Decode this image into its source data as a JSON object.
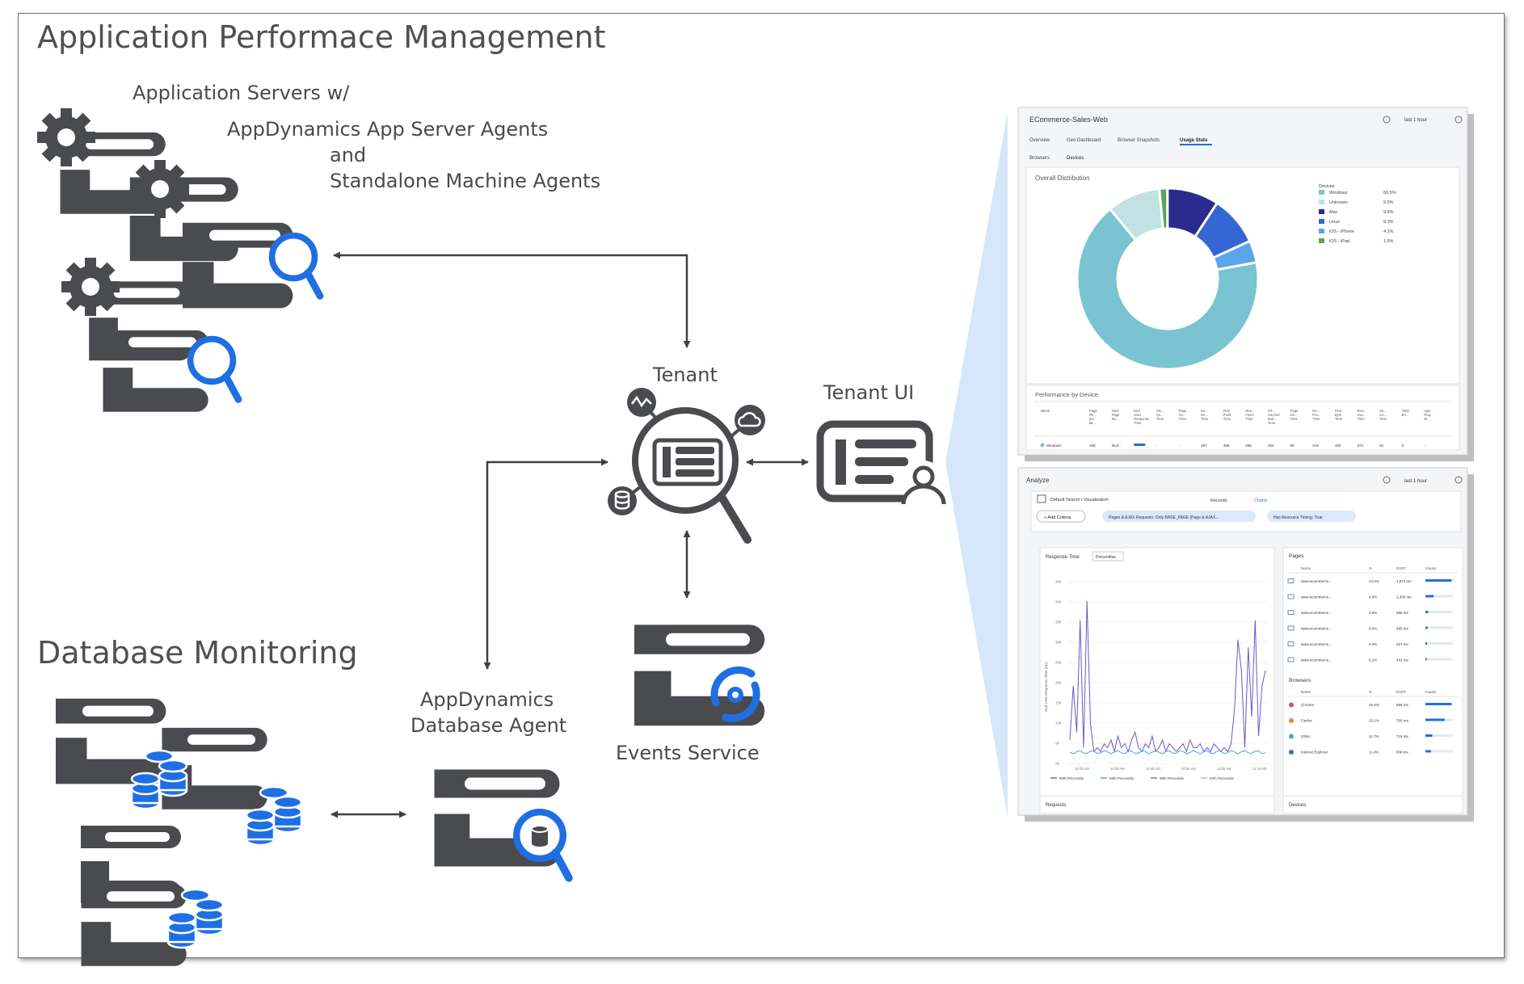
{
  "titles": {
    "apm": "Application Performace Management",
    "db": "Database Monitoring"
  },
  "labels": {
    "app_servers": [
      "Application Servers w/",
      "AppDynamics App Server Agents",
      "and",
      "Standalone Machine Agents"
    ],
    "tenant": "Tenant",
    "tenant_ui": "Tenant UI",
    "events_service": "Events Service",
    "db_agent": [
      "AppDynamics",
      "Database Agent"
    ]
  },
  "colors": {
    "icon_gray": "#4a4b4e",
    "accent_blue": "#1f6fe3",
    "line": "#404040",
    "callout": "#d6e7fb"
  },
  "screen1": {
    "app": "ECommerce-Sales-Web",
    "time": "last 1 hour",
    "tabs": [
      "Overview",
      "Geo Dashboard",
      "Browser Snapshots",
      "Usage Stats"
    ],
    "subtabs": [
      "Browsers",
      "Devices"
    ],
    "panel_title": "Overall Distribution",
    "legend_title": "Devices",
    "legend": [
      {
        "name": "Windows",
        "pct": "69.5%",
        "color": "#79c4d0"
      },
      {
        "name": "Unknown",
        "pct": "9.9%",
        "color": "#c2e1e3"
      },
      {
        "name": "Mac",
        "pct": "9.6%",
        "color": "#2b2a8e"
      },
      {
        "name": "Linux",
        "pct": "9.3%",
        "color": "#3467d4"
      },
      {
        "name": "iOS - iPhone",
        "pct": "4.1%",
        "color": "#5aa4ea"
      },
      {
        "name": "iOS - iPad",
        "pct": "1.5%",
        "color": "#5da35b"
      }
    ],
    "perf_title": "Performance by Device",
    "perf_headers": [
      "Name",
      "Page Re... per Mi...",
      "Total Page Re...",
      "End User Response Time",
      "Vis... Co... Time",
      "Page Co... Time",
      "Do... Re... Time",
      "First Paint Time",
      "Res... Fetch Time",
      "HT... Cached Bull... Time",
      "Page Do... Time",
      "Do... Pro... Time",
      "First Byte Time",
      "Res... Ava... Time",
      "Se... Co... Time",
      "Total En...",
      "Ajax Req... Er..."
    ],
    "perf_row": [
      "Windows",
      "108",
      "35,9...",
      "",
      "-",
      "-",
      "487",
      "488",
      "296",
      "294",
      "80",
      "219",
      "483",
      "374",
      "92",
      "0",
      "-"
    ]
  },
  "screen2": {
    "title": "Analyze",
    "time": "last 1 hour",
    "search": "Default Search / Visualization",
    "toggle": [
      "Records",
      "Charts"
    ],
    "add_criteria": "+ Add Criteria",
    "filters": [
      "Pages & AJAX Requests: Only BASE_PAGE (Page & AJAX...",
      "Has Resource Timing: True"
    ],
    "chart_title": "Response Time",
    "chart_select": "Percentiles",
    "chart_ylabel": "End User Response Time (ms)",
    "pages_title": "Pages",
    "table_headers": [
      "Name",
      "%",
      "EURT",
      "Impact"
    ],
    "pages": [
      {
        "name": "www.ecommerce...",
        "pct": "44.4%",
        "eurt": "1,873 ms",
        "impact": 0.95
      },
      {
        "name": "www.ecommerce...",
        "pct": "4.0%",
        "eurt": "1,305 ms",
        "impact": 0.3
      },
      {
        "name": "www.ecommerce...",
        "pct": "3.5%",
        "eurt": "496 ms",
        "impact": 0.1
      },
      {
        "name": "www.ecommerce...",
        "pct": "8.6%",
        "eurt": "495 ms",
        "impact": 0.08
      },
      {
        "name": "www.ecommerce...",
        "pct": "9.4%",
        "eurt": "457 ms",
        "impact": 0.06
      },
      {
        "name": "www.ecommerce...",
        "pct": "8.2%",
        "eurt": "441 ms",
        "impact": 0.05
      }
    ],
    "browsers_title": "Browsers",
    "browsers": [
      {
        "name": "Chrome",
        "pct": "45.6%",
        "eurt": "996 ms",
        "impact": 0.95
      },
      {
        "name": "Firefox",
        "pct": "20.2%",
        "eurt": "766 ms",
        "impact": 0.7
      },
      {
        "name": "Other",
        "pct": "11.7%",
        "eurt": "715 ms",
        "impact": 0.25
      },
      {
        "name": "Internet Explorer",
        "pct": "11.4%",
        "eurt": "938 ms",
        "impact": 0.2
      }
    ],
    "legend": [
      "90th Percentile",
      "95th Percentile",
      "99th Percentile",
      "50th Percentile"
    ],
    "bottom_titles": [
      "Requests",
      "Devices"
    ]
  }
}
